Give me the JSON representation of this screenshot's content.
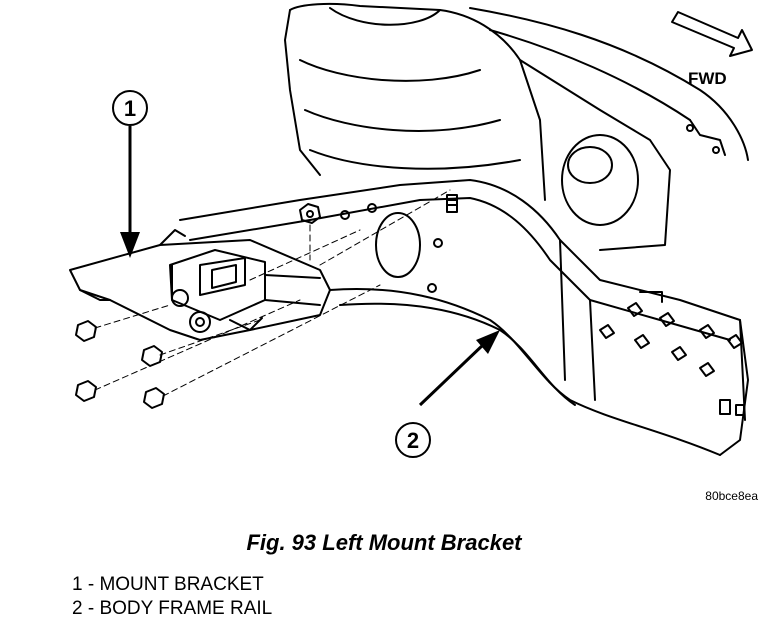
{
  "figure": {
    "caption": "Fig. 93 Left Mount Bracket",
    "direction_label": "FWD",
    "image_code": "80bce8ea"
  },
  "callouts": [
    {
      "number": "1",
      "label": "MOUNT BRACKET"
    },
    {
      "number": "2",
      "label": "BODY FRAME RAIL"
    }
  ],
  "legend": [
    "1 - MOUNT BRACKET",
    "2 - BODY FRAME RAIL"
  ]
}
